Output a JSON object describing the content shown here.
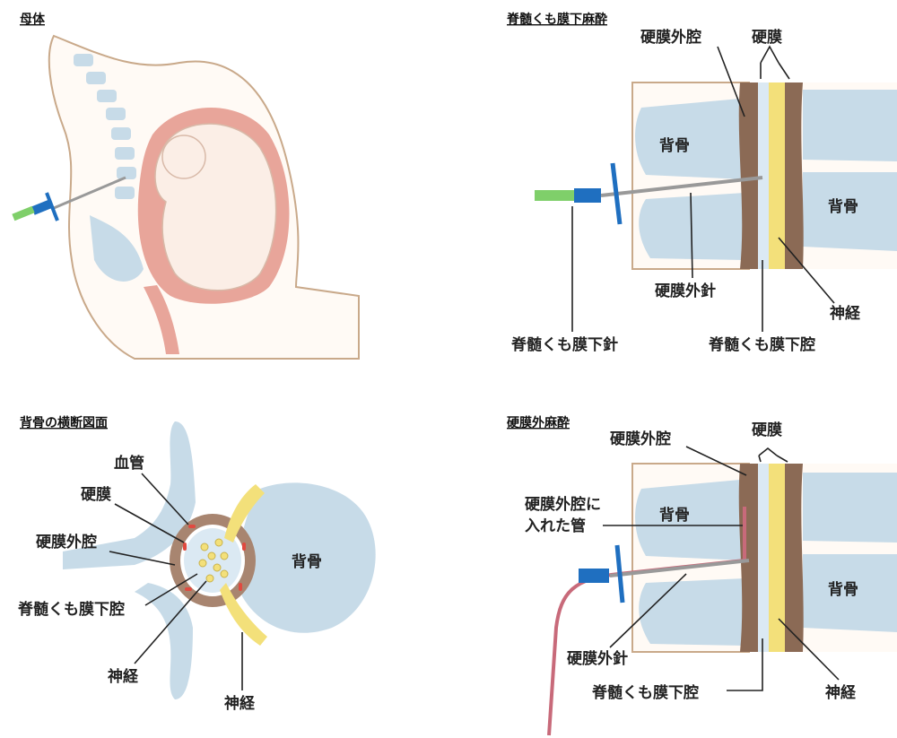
{
  "panels": {
    "mother": {
      "title": "母体"
    },
    "spinal": {
      "title": "脊髄くも膜下麻酔",
      "labels": {
        "epidural_space": "硬膜外腔",
        "dura": "硬膜",
        "vertebra_left": "背骨",
        "vertebra_right": "背骨",
        "epidural_needle": "硬膜外針",
        "nerve": "神経",
        "spinal_needle": "脊髄くも膜下針",
        "subarachnoid_space": "脊髄くも膜下腔"
      }
    },
    "cross_section": {
      "title": "背骨の横断図面",
      "labels": {
        "blood_vessel": "血管",
        "dura": "硬膜",
        "epidural_space": "硬膜外腔",
        "subarachnoid_space": "脊髄くも膜下腔",
        "nerve_left": "神経",
        "nerve_right": "神経",
        "vertebra": "背骨"
      }
    },
    "epidural": {
      "title": "硬膜外麻酔",
      "labels": {
        "epidural_space": "硬膜外腔",
        "dura": "硬膜",
        "catheter_line1": "硬膜外腔に",
        "catheter_line2": "入れた管",
        "vertebra_left": "背骨",
        "vertebra_right": "背骨",
        "epidural_needle": "硬膜外針",
        "subarachnoid_space": "脊髄くも膜下腔",
        "nerve": "神経"
      }
    }
  },
  "colors": {
    "bone": "#c7dbe8",
    "skin_outline": "#c9a98a",
    "uterus": "#e8a59a",
    "fetus": "#fbeee6",
    "dura_brown": "#8b6a55",
    "nerve_yellow": "#f3e07a",
    "needle_blue": "#1f6fc0",
    "needle_green": "#7fcf6a",
    "vessel_red": "#e04a40",
    "catheter": "#c86a7a"
  },
  "icons": [
    "needle-icon",
    "syringe-hub-icon",
    "catheter-icon"
  ]
}
